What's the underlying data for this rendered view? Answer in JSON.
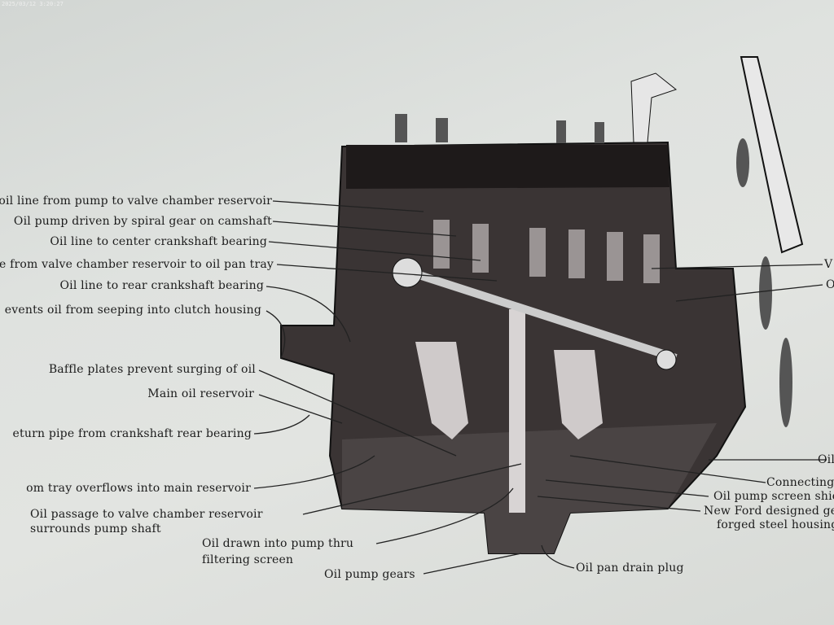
{
  "timestamp": "2025/03/12 3:20:27",
  "labels_left": [
    "n oil line from pump to valve chamber reservoir",
    "Oil pump driven by spiral gear on camshaft",
    "Oil line to center crankshaft bearing",
    "e from valve chamber reservoir to oil pan tray",
    "Oil line to rear crankshaft bearing",
    "events oil from seeping into clutch housing",
    "Baffle plates prevent surging of oil",
    "Main oil reservoir",
    "eturn pipe from crankshaft rear bearing",
    "om tray overflows into main reservoir",
    "Oil passage to valve chamber reservoir",
    "surrounds pump shaft"
  ],
  "labels_bottom": [
    "Oil drawn into pump thru",
    "filtering screen",
    "Oil pump gears",
    "Oil pan drain plug"
  ],
  "labels_right": [
    "V",
    "O",
    "Oil",
    "Connecting r",
    "Oil pump screen shield",
    "New Ford designed gea",
    "forged steel housing"
  ]
}
